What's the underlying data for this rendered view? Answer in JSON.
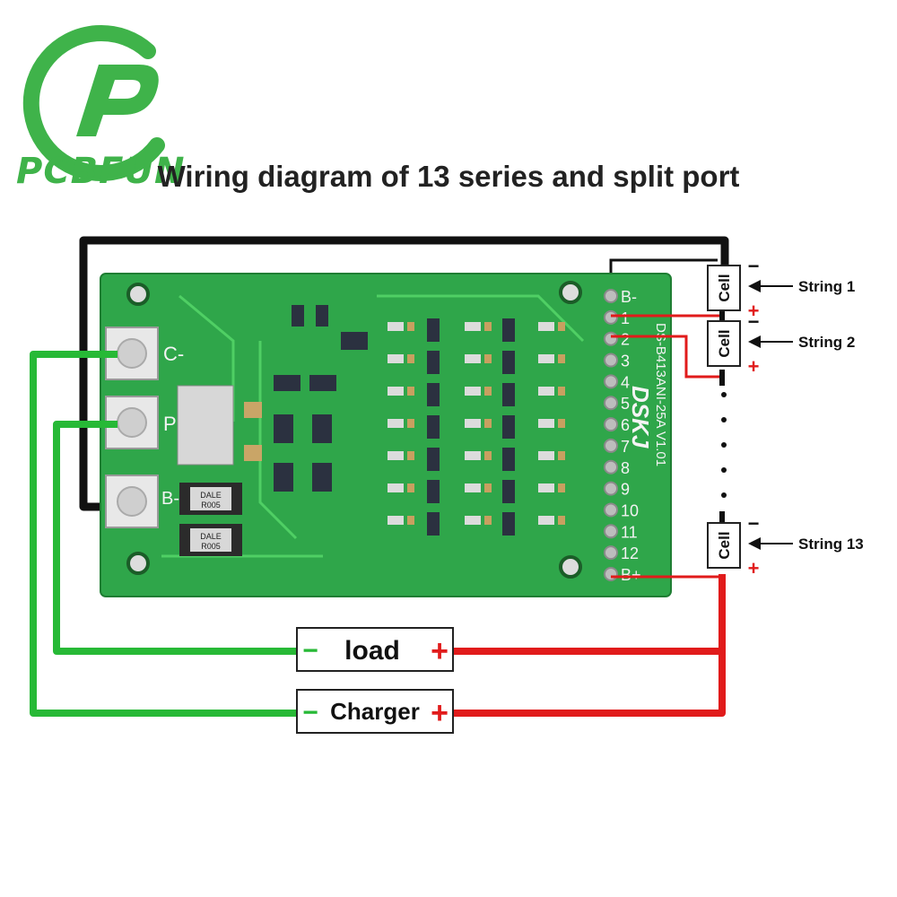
{
  "logo": {
    "brand": "PCBFUN",
    "color": "#3fb34a"
  },
  "title": "Wiring diagram of 13 series and split port",
  "board": {
    "pads": {
      "c_minus": "C-",
      "p_minus": "P-",
      "b_minus": "B-"
    },
    "resistors": [
      {
        "line1": "DALE",
        "line2": "R005"
      },
      {
        "line1": "DALE",
        "line2": "R005"
      }
    ],
    "connector_labels": [
      "B-",
      "1",
      "2",
      "3",
      "4",
      "5",
      "6",
      "7",
      "8",
      "9",
      "10",
      "11",
      "12",
      "B+"
    ],
    "silkscreen_brand": "DSKJ",
    "silkscreen_model": "DS-B413ANI-25A V1.01"
  },
  "cells": [
    {
      "label": "Cell",
      "string": "String 1",
      "neg": "−",
      "pos": "+"
    },
    {
      "label": "Cell",
      "string": "String 2",
      "neg": "−",
      "pos": "+"
    },
    {
      "label": "Cell",
      "string": "String 13",
      "neg": "−",
      "pos": "+"
    }
  ],
  "boxes": {
    "load": {
      "label": "load",
      "neg": "−",
      "pos": "+"
    },
    "charger": {
      "label": "Charger",
      "neg": "−",
      "pos": "+"
    }
  },
  "colors": {
    "wire_black": "#111111",
    "wire_red": "#e11b1b",
    "wire_green": "#27b936",
    "pcb": "#2fa64a"
  }
}
